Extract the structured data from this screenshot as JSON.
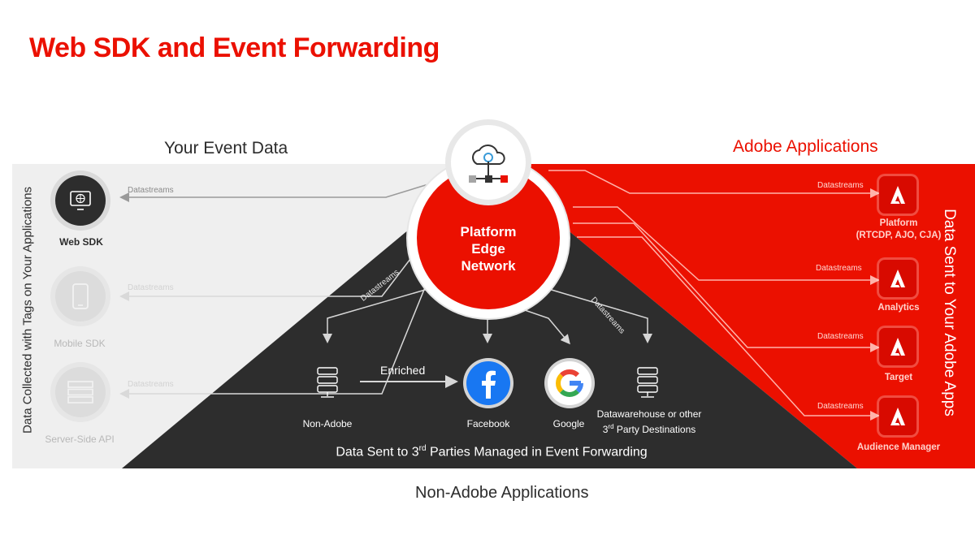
{
  "title": "Web SDK and Event Forwarding",
  "headers": {
    "your_event_data": "Your Event Data",
    "adobe_applications": "Adobe Applications",
    "non_adobe_applications": "Non-Adobe Applications",
    "left_vertical": "Data Collected with Tags on Your Applications",
    "right_vertical": "Data Sent to Your Adobe Apps",
    "bottom_banner": "Data Sent to 3rd Parties Managed in Event Forwarding"
  },
  "hub": {
    "label": "Platform\nEdge\nNetwork"
  },
  "sources": [
    {
      "label": "Web SDK",
      "datastreams": "Datastreams"
    },
    {
      "label": "Mobile SDK",
      "datastreams": "Datastreams"
    },
    {
      "label": "Server-Side API",
      "datastreams": "Datastreams"
    }
  ],
  "adobe_apps": [
    {
      "label": "Platform\n(RTCDP, AJO, CJA)",
      "datastreams": "Datastreams"
    },
    {
      "label": "Analytics",
      "datastreams": "Datastreams"
    },
    {
      "label": "Target",
      "datastreams": "Datastreams"
    },
    {
      "label": "Audience Manager",
      "datastreams": "Datastreams"
    }
  ],
  "destinations": [
    {
      "label": "Non-Adobe"
    },
    {
      "label": "Facebook"
    },
    {
      "label": "Google"
    },
    {
      "label": "Datawarehouse or other",
      "label2_prefix": "3",
      "label2_sup": "rd",
      "label2_suffix": " Party Destinations"
    }
  ],
  "forward": {
    "enriched": "Enriched",
    "datastreams_left": "Datastreams",
    "datastreams_right": "Datastreams"
  },
  "banner_parts": {
    "prefix": "Data Sent to 3",
    "sup": "rd",
    "suffix": " Parties Managed in Event Forwarding"
  },
  "colors": {
    "adobe_red": "#eb1000",
    "dark": "#2d2d2d",
    "light_panel": "#efefef"
  }
}
